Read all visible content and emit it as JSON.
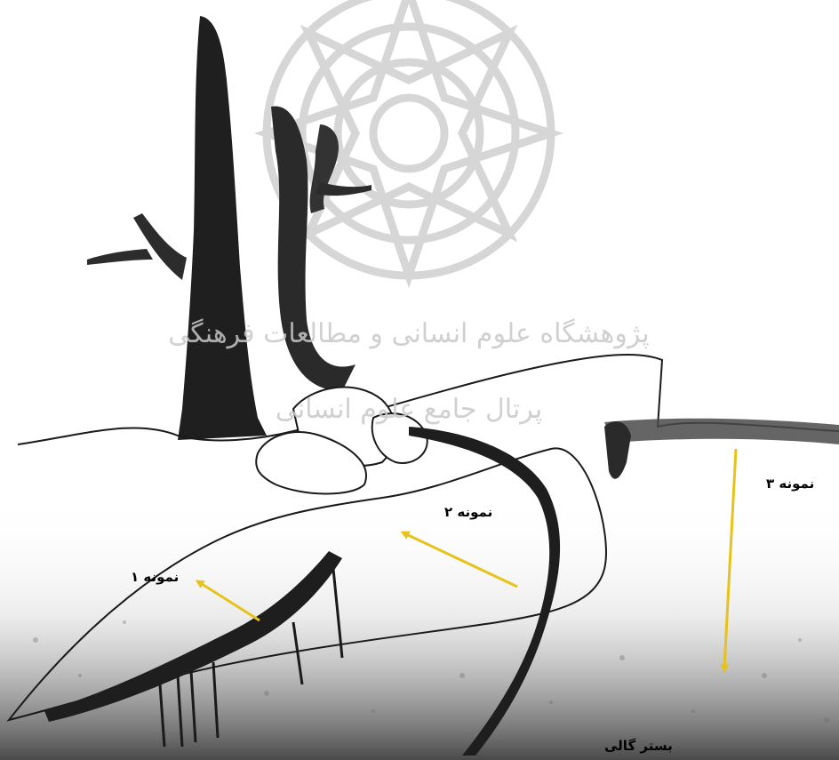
{
  "labels": {
    "sample_1": "نمونه ۱",
    "sample_2": "نمونه ۲",
    "sample_3": "نمونه ۳",
    "gully_bed": "بستر گالی"
  },
  "watermark": {
    "line_1": "پژوهشگاه علوم انسانی و مطالعات فرهنگی",
    "line_2": "پرتال جامع علوم انسانی"
  },
  "colors": {
    "arrow": "#e6c21a",
    "ink": "#1a1a1a",
    "watermark": "#c8c8c8",
    "ground_dark": "#3a3a3a"
  }
}
